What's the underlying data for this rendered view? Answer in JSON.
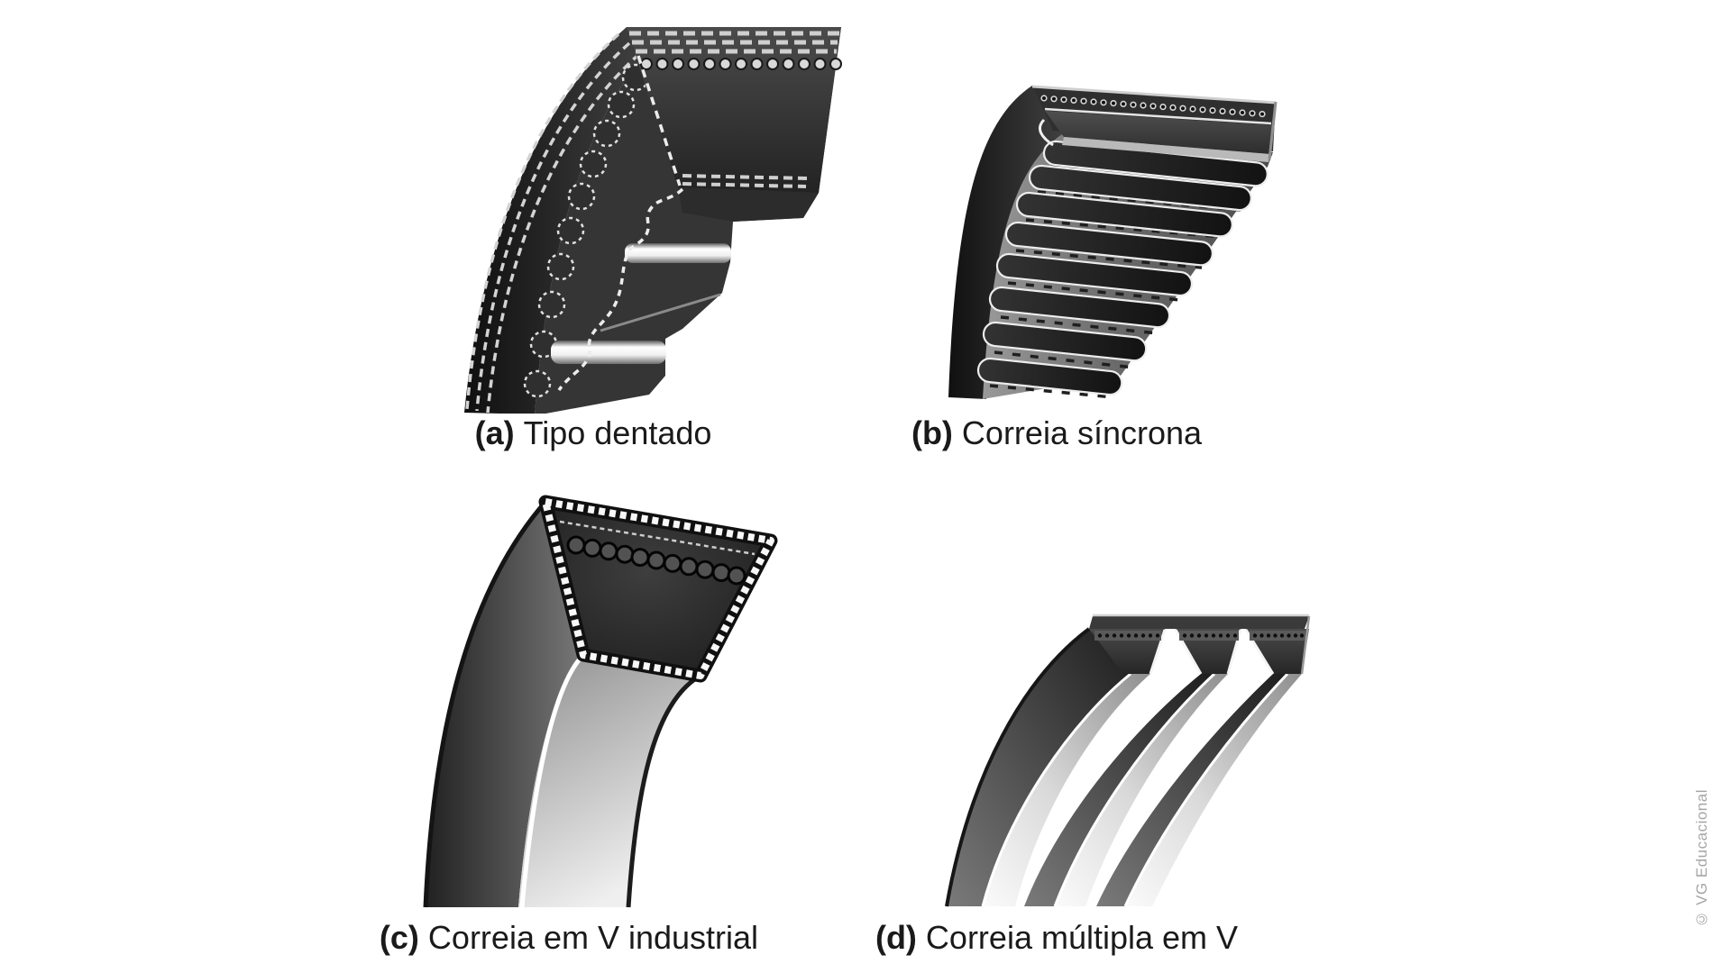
{
  "figures": [
    {
      "id": "a",
      "label": "(a)",
      "caption": "Tipo dentado"
    },
    {
      "id": "b",
      "label": "(b)",
      "caption": "Correia síncrona"
    },
    {
      "id": "c",
      "label": "(c)",
      "caption": "Correia em V industrial"
    },
    {
      "id": "d",
      "label": "(d)",
      "caption": "Correia múltipla em V"
    }
  ],
  "watermark": {
    "text": "© VG Educacional"
  },
  "palette": {
    "background": "#ffffff",
    "caption_text": "#1a1a1a",
    "watermark_text": "#a6a6a6",
    "belt_dark": "#1c1c1c",
    "belt_mid": "#4a4a4a",
    "belt_light": "#cfcfcf",
    "highlight": "#ffffff"
  }
}
